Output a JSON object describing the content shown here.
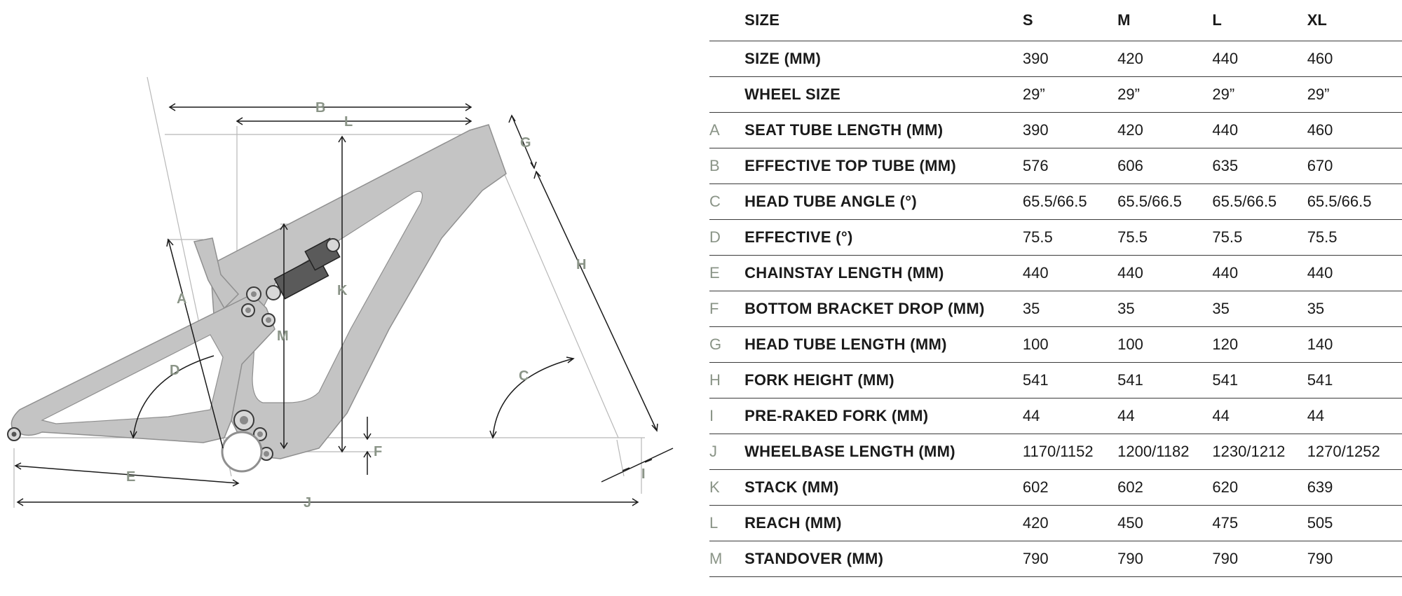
{
  "diagram": {
    "labels": {
      "A": "A",
      "B": "B",
      "C": "C",
      "D": "D",
      "E": "E",
      "F": "F",
      "G": "G",
      "H": "H",
      "I": "I",
      "J": "J",
      "K": "K",
      "L": "L",
      "M": "M"
    },
    "colors": {
      "frame": "#c4c4c4",
      "letters": "#8a9487",
      "dimension_lines": "#1a1a1a"
    }
  },
  "table": {
    "header": {
      "label": "SIZE",
      "sizes": [
        "S",
        "M",
        "L",
        "XL"
      ]
    },
    "rows": [
      {
        "letter": "",
        "label": "SIZE (MM)",
        "values": [
          "390",
          "420",
          "440",
          "460"
        ]
      },
      {
        "letter": "",
        "label": "WHEEL SIZE",
        "values": [
          "29”",
          "29”",
          "29”",
          "29”"
        ]
      },
      {
        "letter": "A",
        "label": "SEAT TUBE LENGTH (MM)",
        "values": [
          "390",
          "420",
          "440",
          "460"
        ]
      },
      {
        "letter": "B",
        "label": "EFFECTIVE TOP TUBE (MM)",
        "values": [
          "576",
          "606",
          "635",
          "670"
        ]
      },
      {
        "letter": "C",
        "label": "HEAD TUBE ANGLE (°)",
        "values": [
          "65.5/66.5",
          "65.5/66.5",
          "65.5/66.5",
          "65.5/66.5"
        ]
      },
      {
        "letter": "D",
        "label": "EFFECTIVE  (°)",
        "values": [
          "75.5",
          "75.5",
          "75.5",
          "75.5"
        ]
      },
      {
        "letter": "E",
        "label": "CHAINSTAY LENGTH (MM)",
        "values": [
          "440",
          "440",
          "440",
          "440"
        ]
      },
      {
        "letter": "F",
        "label": "BOTTOM BRACKET DROP (MM)",
        "values": [
          "35",
          "35",
          "35",
          "35"
        ]
      },
      {
        "letter": "G",
        "label": "HEAD TUBE LENGTH (MM)",
        "values": [
          "100",
          "100",
          "120",
          "140"
        ]
      },
      {
        "letter": "H",
        "label": "FORK HEIGHT (MM)",
        "values": [
          "541",
          "541",
          "541",
          "541"
        ]
      },
      {
        "letter": "I",
        "label": "PRE-RAKED FORK (MM)",
        "values": [
          "44",
          "44",
          "44",
          "44"
        ]
      },
      {
        "letter": "J",
        "label": "WHEELBASE LENGTH (MM)",
        "values": [
          "1170/1152",
          "1200/1182",
          "1230/1212",
          "1270/1252"
        ]
      },
      {
        "letter": "K",
        "label": "STACK (MM)",
        "values": [
          "602",
          "602",
          "620",
          "639"
        ]
      },
      {
        "letter": "L",
        "label": "REACH (MM)",
        "values": [
          "420",
          "450",
          "475",
          "505"
        ]
      },
      {
        "letter": "M",
        "label": "STANDOVER (MM)",
        "values": [
          "790",
          "790",
          "790",
          "790"
        ]
      }
    ]
  }
}
